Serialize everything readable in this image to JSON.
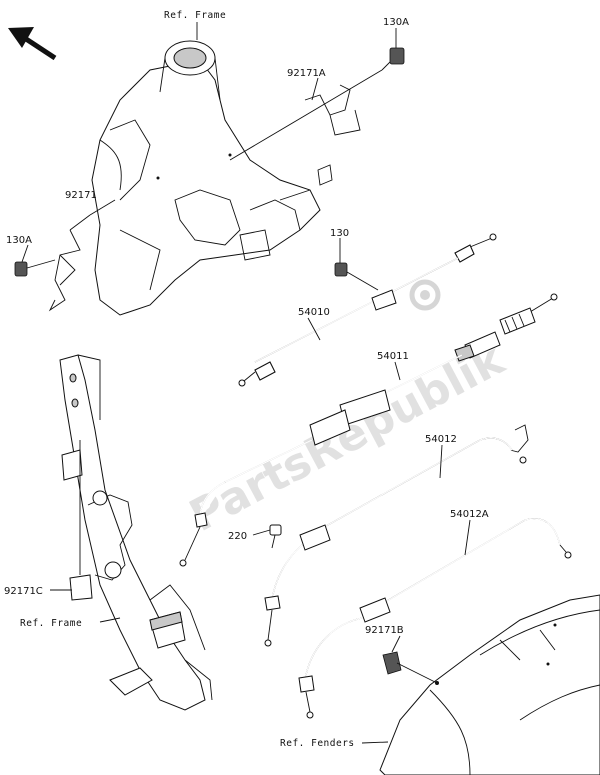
{
  "labels": {
    "ref_frame_top": "Ref. Frame",
    "ref_frame_left": "Ref. Frame",
    "ref_fenders": "Ref. Fenders",
    "p130A_top": "130A",
    "p92171A": "92171A",
    "p92171": "92171",
    "p130A_left": "130A",
    "p130": "130",
    "p54010": "54010",
    "p54011": "54011",
    "p54012": "54012",
    "p54012A": "54012A",
    "p220": "220",
    "p92171C": "92171C",
    "p92171B": "92171B"
  },
  "watermark": "PartsRepublik",
  "icons": [
    "direction-arrow-icon",
    "gear-icon"
  ]
}
